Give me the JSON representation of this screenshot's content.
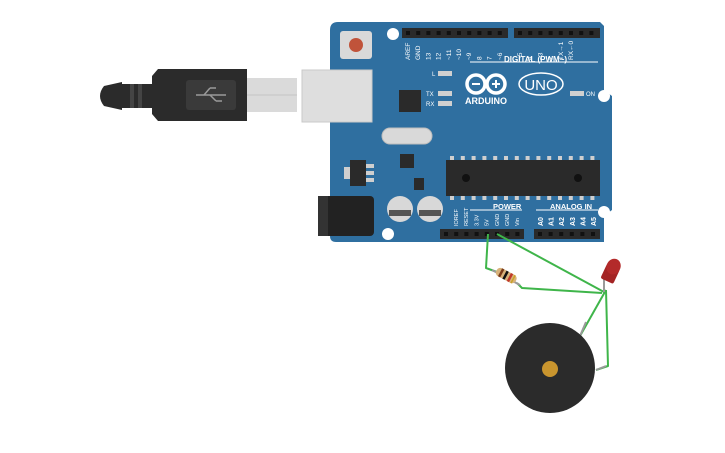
{
  "board": {
    "digital_header_labels": [
      "AREF",
      "GND",
      "13",
      "12",
      "~11",
      "~10",
      "~9",
      "8",
      "7",
      "~6",
      "~5",
      "4",
      "~3",
      "2",
      "TX→1",
      "RX←0"
    ],
    "digital_title": "DIGITAL (PWM~)",
    "led_labels": [
      "L",
      "TX",
      "RX"
    ],
    "on_label": "ON",
    "brand": "ARDUINO",
    "model": "UNO",
    "power_title": "POWER",
    "power_pins": [
      "IOREF",
      "RESET",
      "3.3V",
      "5V",
      "GND",
      "GND",
      "Vin"
    ],
    "analog_title": "ANALOG IN",
    "analog_pins": [
      "A0",
      "A1",
      "A2",
      "A3",
      "A4",
      "A5"
    ]
  },
  "colors": {
    "board": "#2f6fa0",
    "header": "#2a2a2a",
    "wire": "#3fb54a",
    "led": "#b32a2a",
    "resistor": "#d8b27a",
    "buzzer": "#2b2b2b",
    "buzzer_center": "#c9952e",
    "usb_plug": "#2b2b2b",
    "usb_metal": "#dadada"
  },
  "components": {
    "usb_cable": "usb-cable",
    "resistor": "resistor",
    "led": "red-led",
    "buzzer": "piezo-buzzer"
  }
}
